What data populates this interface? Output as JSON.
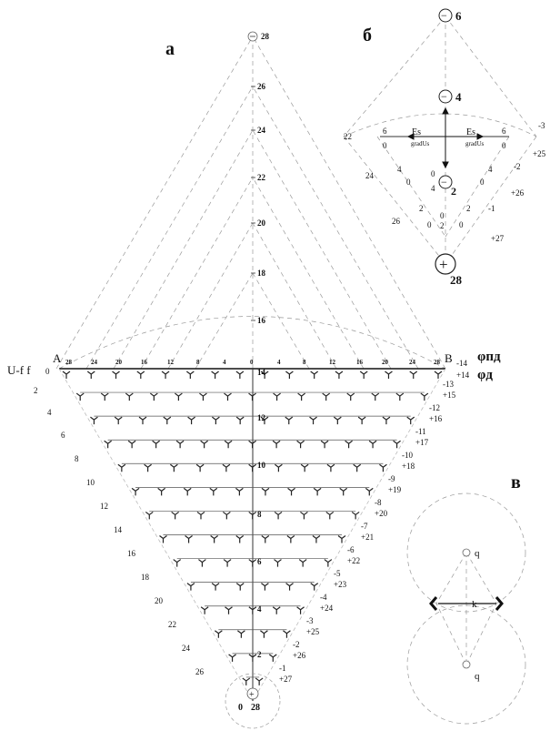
{
  "panels": {
    "a": {
      "label": "а",
      "vertex_A": "A",
      "vertex_B": "B",
      "left_axis_label": "U-f f",
      "phi_pd": "φпд",
      "phi_d": "φд",
      "top_row": [
        "28",
        "24",
        "20",
        "16",
        "12",
        "8",
        "4",
        "0",
        "4",
        "8",
        "12",
        "16",
        "20",
        "24",
        "28"
      ],
      "central_axis": [
        "28",
        "26",
        "24",
        "22",
        "20",
        "18",
        "16"
      ],
      "inner_axis": [
        "14",
        "12",
        "10",
        "8",
        "6",
        "4",
        "2"
      ],
      "left_numbers": [
        "0",
        "2",
        "4",
        "6",
        "8",
        "10",
        "12",
        "14",
        "16",
        "18",
        "20",
        "22",
        "24",
        "26"
      ],
      "right_neg": [
        "-14",
        "-13",
        "-12",
        "-11",
        "-10",
        "-9",
        "-8",
        "-7",
        "-6",
        "-5",
        "-4",
        "-3",
        "-2",
        "-1"
      ],
      "right_pos": [
        "+14",
        "+15",
        "+16",
        "+17",
        "+18",
        "+19",
        "+20",
        "+21",
        "+22",
        "+23",
        "+24",
        "+25",
        "+26",
        "+27"
      ],
      "bottom_left": "0",
      "bottom_right": "28",
      "plus_sign": "+"
    },
    "b": {
      "label": "б",
      "top_charge": "6",
      "mid_charge": "4",
      "low_charge": "2",
      "bottom_charge": "28",
      "minus": "−",
      "plus": "+",
      "es_left": "Es",
      "es_right": "Es",
      "grad_left": "gradUs",
      "grad_right": "gradUs",
      "left_labels": [
        "22",
        "24",
        "26"
      ],
      "right_neg": [
        "-3",
        "-2",
        "-1"
      ],
      "right_pos": [
        "+25",
        "+26",
        "+27"
      ],
      "inner_left": [
        "6",
        "0",
        "4",
        "0",
        "2",
        "0"
      ],
      "inner_right": [
        "6",
        "0",
        "4",
        "0",
        "2",
        "0"
      ],
      "center_nums": [
        "0",
        "4",
        "0",
        "2"
      ]
    },
    "c": {
      "label": "в",
      "charge_top": "q",
      "charge_bottom": "q",
      "k_label": "k"
    }
  }
}
